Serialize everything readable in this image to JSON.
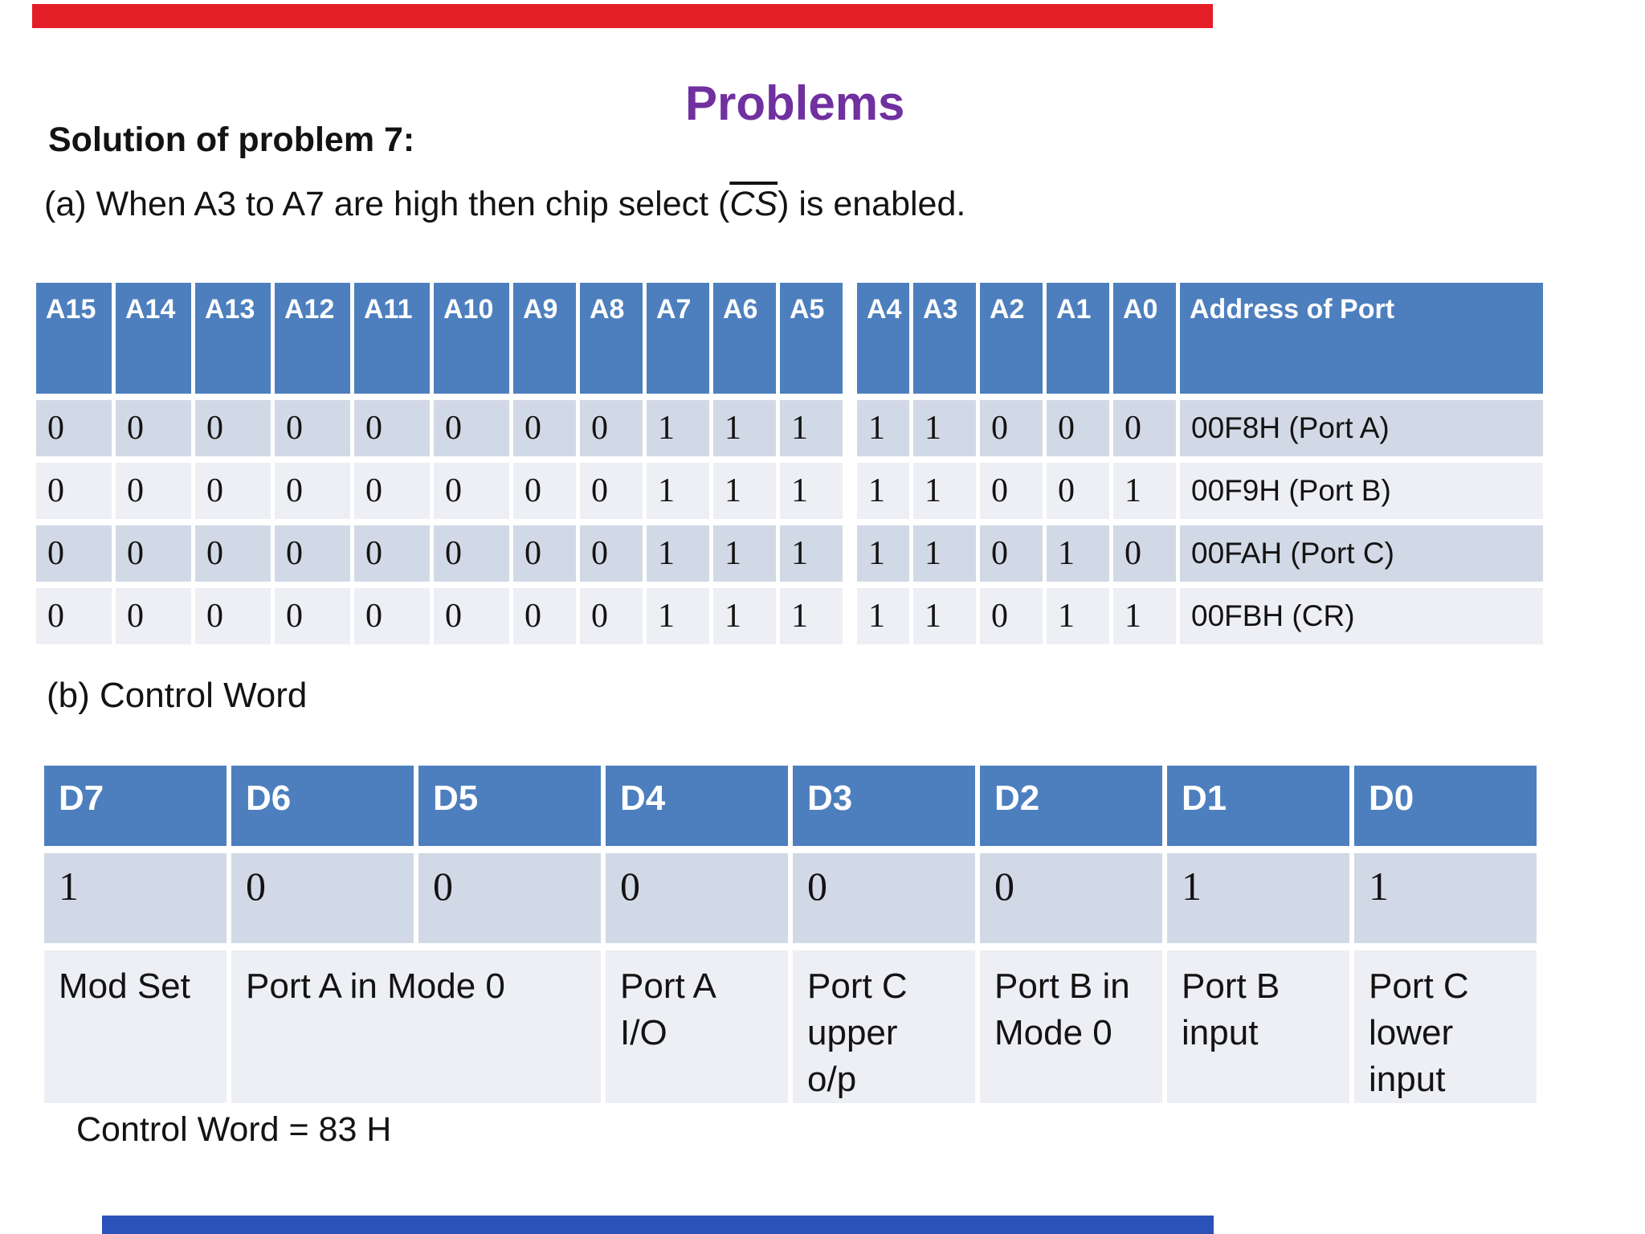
{
  "slide": {
    "title": "Problems",
    "subtitle": "Solution of problem 7:",
    "line_a": {
      "prefix": "(a) When A3 to A7 are high then chip select (",
      "overlined": "CS",
      "suffix": ") is enabled."
    },
    "section_b_label": "(b) Control Word",
    "control_word_result": "Control Word = 83 H"
  },
  "address_table": {
    "headers": [
      "A15",
      "A14",
      "A13",
      "A12",
      "A11",
      "A10",
      "A9",
      "A8",
      "A7",
      "A6",
      "A5",
      "A4",
      "A3",
      "A2",
      "A1",
      "A0",
      "Address of Port"
    ],
    "rows": [
      {
        "bits": [
          "0",
          "0",
          "0",
          "0",
          "0",
          "0",
          "0",
          "0",
          "1",
          "1",
          "1",
          "1",
          "1",
          "0",
          "0",
          "0"
        ],
        "address": "00F8H (Port A)"
      },
      {
        "bits": [
          "0",
          "0",
          "0",
          "0",
          "0",
          "0",
          "0",
          "0",
          "1",
          "1",
          "1",
          "1",
          "1",
          "0",
          "0",
          "1"
        ],
        "address": "00F9H (Port B)"
      },
      {
        "bits": [
          "0",
          "0",
          "0",
          "0",
          "0",
          "0",
          "0",
          "0",
          "1",
          "1",
          "1",
          "1",
          "1",
          "0",
          "1",
          "0"
        ],
        "address": "00FAH (Port C)"
      },
      {
        "bits": [
          "0",
          "0",
          "0",
          "0",
          "0",
          "0",
          "0",
          "0",
          "1",
          "1",
          "1",
          "1",
          "1",
          "0",
          "1",
          "1"
        ],
        "address": "00FBH (CR)"
      }
    ]
  },
  "control_word_table": {
    "headers": [
      "D7",
      "D6",
      "D5",
      "D4",
      "D3",
      "D2",
      "D1",
      "D0"
    ],
    "values": [
      "1",
      "0",
      "0",
      "0",
      "0",
      "0",
      "1",
      "1"
    ],
    "labels": [
      {
        "text": "Mod Set",
        "colspan": 1
      },
      {
        "text": "Port A in Mode 0",
        "colspan": 2
      },
      {
        "text": "Port A I/O",
        "colspan": 1
      },
      {
        "text": "Port C upper o/p",
        "colspan": 1
      },
      {
        "text": "Port B in Mode 0",
        "colspan": 1
      },
      {
        "text": "Port B input",
        "colspan": 1
      },
      {
        "text": "Port C lower input",
        "colspan": 1
      }
    ]
  },
  "colors": {
    "title_purple": "#7030a0",
    "table_header_blue": "#4d7fbe",
    "row_shaded": "#d2d9e6",
    "row_light": "#edeff5",
    "top_bar_red": "#e41e26",
    "bottom_bar_blue": "#2b52b9",
    "text": "#131313"
  }
}
